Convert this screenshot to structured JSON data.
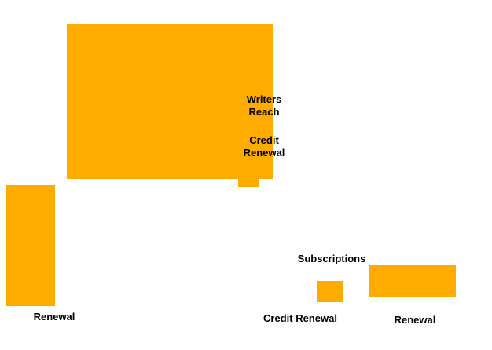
{
  "canvas": {
    "background_color": "#FFFFFF",
    "block_color": "#FFAB00",
    "text_color": "#000000"
  },
  "diagram": {
    "blocks": [
      {
        "name": "large-block-top-left"
      },
      {
        "name": "small-block-below-large"
      },
      {
        "name": "tall-block-left"
      },
      {
        "name": "small-block-bottom-middle"
      },
      {
        "name": "wide-block-bottom-right"
      }
    ],
    "labels": {
      "writers_reach": "Writers\nReach",
      "credit_renewal_top": "Credit\nRenewal",
      "renewal_left": "Renewal",
      "subscriptions": "Subscriptions",
      "credit_renewal_bottom": "Credit Renewal",
      "renewal_right": "Renewal"
    }
  }
}
